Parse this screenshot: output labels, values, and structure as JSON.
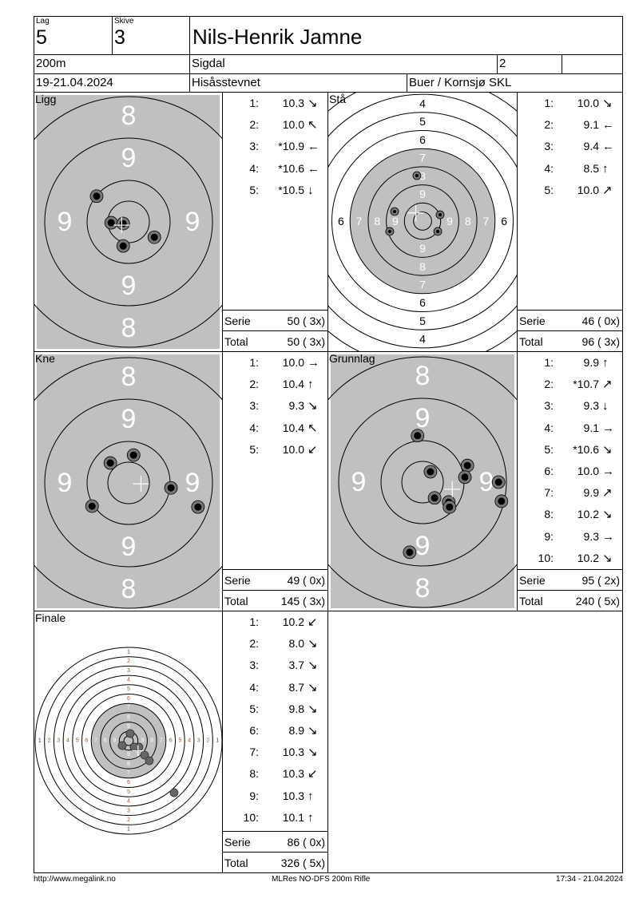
{
  "header": {
    "lag_label": "Lag",
    "lag": "5",
    "skive_label": "Skive",
    "skive": "3",
    "name": "Nils-Henrik Jamne",
    "distance": "200m",
    "club": "Sigdal",
    "class": "2",
    "date": "19-21.04.2024",
    "event": "Hisåsstevnet",
    "organizer": "Buer / Kornsjø SKL"
  },
  "sections": [
    {
      "name": "Ligg",
      "serie_label": "Serie",
      "serie": "50 ( 3x)",
      "total_label": "Total",
      "total": "50 ( 3x)",
      "shots": [
        {
          "n": "1:",
          "value": "10.3",
          "arrow": "↘"
        },
        {
          "n": "2:",
          "value": "10.0",
          "arrow": "↖"
        },
        {
          "n": "3:",
          "value": "*10.9",
          "arrow": "←"
        },
        {
          "n": "4:",
          "value": "*10.6",
          "arrow": "←"
        },
        {
          "n": "5:",
          "value": "*10.5",
          "arrow": "↓"
        }
      ],
      "impacts": [
        [
          -0.77,
          -0.62
        ],
        [
          -0.42,
          0.02
        ],
        [
          -0.13,
          0.04
        ],
        [
          -0.13,
          0.58
        ],
        [
          0.62,
          0.37
        ]
      ]
    },
    {
      "name": "Stå",
      "serie_label": "Serie",
      "serie": "46 ( 0x)",
      "total_label": "Total",
      "total": "96 ( 3x)",
      "shots": [
        {
          "n": "1:",
          "value": "10.0",
          "arrow": "↘"
        },
        {
          "n": "2:",
          "value": "9.1",
          "arrow": "←"
        },
        {
          "n": "3:",
          "value": "9.4",
          "arrow": "←"
        },
        {
          "n": "4:",
          "value": "8.5",
          "arrow": "↑"
        },
        {
          "n": "5:",
          "value": "10.0",
          "arrow": "↗"
        }
      ],
      "impacts": [
        [
          -0.31,
          -2.51
        ],
        [
          -1.54,
          -0.53
        ],
        [
          0.97,
          -0.35
        ],
        [
          -1.81,
          0.57
        ],
        [
          0.84,
          0.57
        ]
      ]
    },
    {
      "name": "Kne",
      "serie_label": "Serie",
      "serie": "49 ( 0x)",
      "total_label": "Total",
      "total": "145 ( 3x)",
      "shots": [
        {
          "n": "1:",
          "value": "10.0",
          "arrow": "→"
        },
        {
          "n": "2:",
          "value": "10.4",
          "arrow": "↑"
        },
        {
          "n": "3:",
          "value": "9.3",
          "arrow": "↘"
        },
        {
          "n": "4:",
          "value": "10.4",
          "arrow": "↖"
        },
        {
          "n": "5:",
          "value": "10.0",
          "arrow": "↙"
        }
      ],
      "impacts": [
        [
          0.12,
          -0.67
        ],
        [
          -0.44,
          -0.48
        ],
        [
          1.02,
          0.12
        ],
        [
          -0.88,
          0.56
        ],
        [
          1.67,
          0.58
        ]
      ]
    },
    {
      "name": "Grunnlag",
      "serie_label": "Serie",
      "serie": "95 ( 2x)",
      "total_label": "Total",
      "total": "240 ( 5x)",
      "shots": [
        {
          "n": "1:",
          "value": "9.9",
          "arrow": "↑"
        },
        {
          "n": "2:",
          "value": "*10.7",
          "arrow": "↗"
        },
        {
          "n": "3:",
          "value": "9.3",
          "arrow": "↓"
        },
        {
          "n": "4:",
          "value": "9.1",
          "arrow": "→"
        },
        {
          "n": "5:",
          "value": "*10.6",
          "arrow": "↘"
        },
        {
          "n": "6:",
          "value": "10.0",
          "arrow": "→"
        },
        {
          "n": "7:",
          "value": "9.9",
          "arrow": "↗"
        },
        {
          "n": "8:",
          "value": "10.2",
          "arrow": "↘"
        },
        {
          "n": "9:",
          "value": "9.3",
          "arrow": "→"
        },
        {
          "n": "10:",
          "value": "10.2",
          "arrow": "↘"
        }
      ],
      "impacts": [
        [
          -0.12,
          -1.12
        ],
        [
          0.19,
          -0.25
        ],
        [
          1.08,
          -0.4
        ],
        [
          1.02,
          -0.12
        ],
        [
          0.29,
          0.38
        ],
        [
          0.63,
          0.48
        ],
        [
          0.65,
          0.6
        ],
        [
          1.83,
          0
        ],
        [
          1.9,
          0.46
        ],
        [
          -0.31,
          1.69
        ]
      ]
    },
    {
      "name": "Finale",
      "serie_label": "Serie",
      "serie": "86 ( 0x)",
      "total_label": "Total",
      "total": "326 ( 5x)",
      "shots": [
        {
          "n": "1:",
          "value": "10.2",
          "arrow": "↙"
        },
        {
          "n": "2:",
          "value": "8.0",
          "arrow": "↘"
        },
        {
          "n": "3:",
          "value": "3.7",
          "arrow": "↘"
        },
        {
          "n": "4:",
          "value": "8.7",
          "arrow": "↘"
        },
        {
          "n": "5:",
          "value": "9.8",
          "arrow": "↘"
        },
        {
          "n": "6:",
          "value": "8.9",
          "arrow": "↘"
        },
        {
          "n": "7:",
          "value": "10.3",
          "arrow": "↘"
        },
        {
          "n": "8:",
          "value": "10.3",
          "arrow": "↙"
        },
        {
          "n": "9:",
          "value": "10.3",
          "arrow": "↑"
        },
        {
          "n": "10:",
          "value": "10.1",
          "arrow": "↑"
        }
      ],
      "impacts": [
        [
          0.17,
          -0.77
        ],
        [
          -0.68,
          0.51
        ],
        [
          0.6,
          0.68
        ],
        [
          1.11,
          0.68
        ],
        [
          1.71,
          1.54
        ],
        [
          2.22,
          2.14
        ],
        [
          4.87,
          5.56
        ],
        [
          0.17,
          -0.77
        ],
        [
          -0.68,
          0.51
        ],
        [
          0.6,
          0.68
        ]
      ]
    }
  ],
  "footer": {
    "url": "http://www.megalink.no",
    "software": "MLRes NO-DFS 200m Rifle",
    "timestamp": "17:34 - 21.04.2024"
  },
  "colors": {
    "target_gray": "#c0c0c0",
    "shot_gray": "#777777",
    "ring_label_brown": "#a0522d"
  }
}
